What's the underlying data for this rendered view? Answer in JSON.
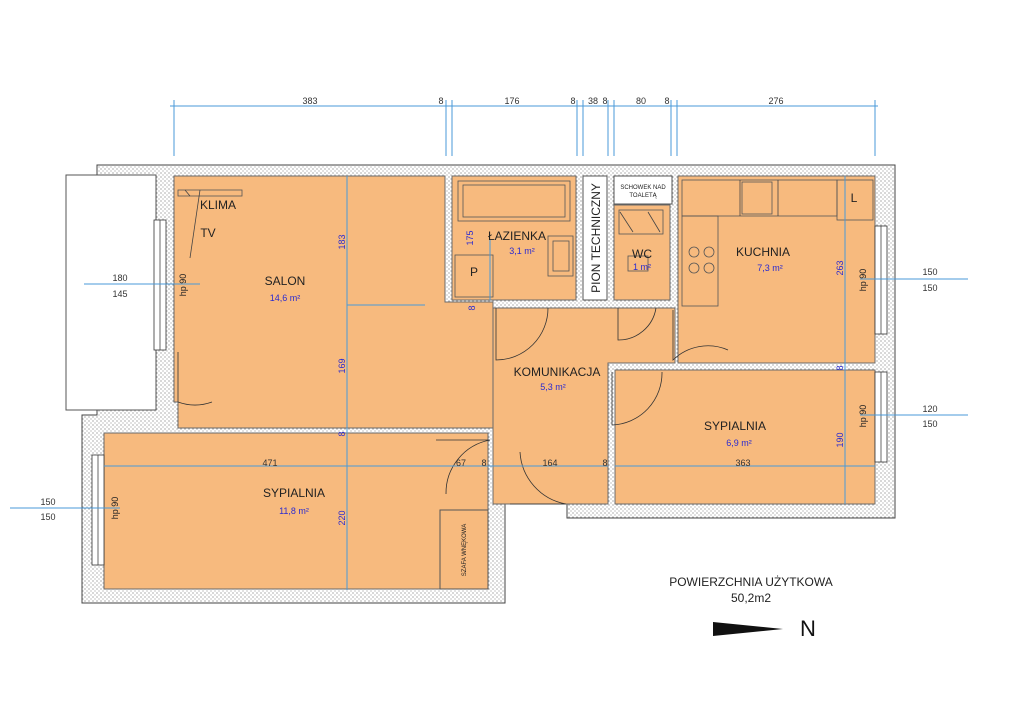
{
  "rooms": {
    "salon": {
      "name": "SALON",
      "area": "14,6 m²"
    },
    "lazienka": {
      "name": "ŁAZIENKA",
      "area": "3,1 m²"
    },
    "wc": {
      "name": "WC",
      "area": "1 m²"
    },
    "kuchnia": {
      "name": "KUCHNIA",
      "area": "7,3 m²"
    },
    "komunikacja": {
      "name": "KOMUNIKACJA",
      "area": "5,3 m²"
    },
    "sypialnia_right": {
      "name": "SYPIALNIA",
      "area": "6,9 m²"
    },
    "sypialnia_left": {
      "name": "SYPIALNIA",
      "area": "11,8 m²"
    }
  },
  "labels": {
    "klima": "KLIMA",
    "tv": "TV",
    "pion": "PION TECHNICZNY",
    "schowek_line1": "SCHOWEK NAD",
    "schowek_line2": "TOALETĄ",
    "p": "P",
    "l": "L",
    "szafa": "SZAFA WNĘKOWA"
  },
  "top_dims": [
    "383",
    "8",
    "176",
    "8",
    "38",
    "8",
    "80",
    "8",
    "276"
  ],
  "inner_dims": {
    "salon_top": "183",
    "salon_bottom": "169",
    "lazienka": "175",
    "kuchnia": "263",
    "syp_right": "190",
    "syp_left": "220",
    "w471": "471",
    "w67": "67",
    "w164": "164",
    "w363": "363",
    "eight": "8"
  },
  "windows": {
    "hp": "hp 90",
    "salon": {
      "top": "180",
      "bottom": "145"
    },
    "kuchnia": {
      "top": "150",
      "bottom": "150"
    },
    "syp_right": {
      "top": "120",
      "bottom": "150"
    },
    "syp_left": {
      "top": "150",
      "bottom": "150"
    }
  },
  "summary": {
    "title": "POWIERZCHNIA UŻYTKOWA",
    "value": "50,2m2"
  },
  "north": "N"
}
